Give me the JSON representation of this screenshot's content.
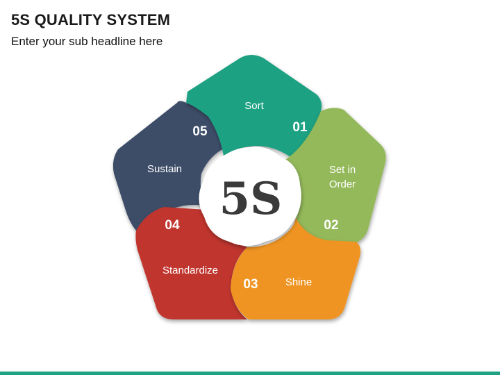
{
  "header": {
    "title": "5S QUALITY SYSTEM",
    "subtitle": "Enter your sub headline here"
  },
  "diagram": {
    "center": "5S",
    "segments": [
      {
        "number": "01",
        "label": "Sort",
        "color": "#1fa182"
      },
      {
        "number": "02",
        "label_lines": [
          "Set in",
          "Order"
        ],
        "color": "#94b95a"
      },
      {
        "number": "03",
        "label": "Shine",
        "color": "#ef9424"
      },
      {
        "number": "04",
        "label": "Standardize",
        "color": "#c0352e"
      },
      {
        "number": "05",
        "label": "Sustain",
        "color": "#3e4e68"
      }
    ]
  },
  "theme": {
    "bottom_bar_color": "#1fa182"
  }
}
